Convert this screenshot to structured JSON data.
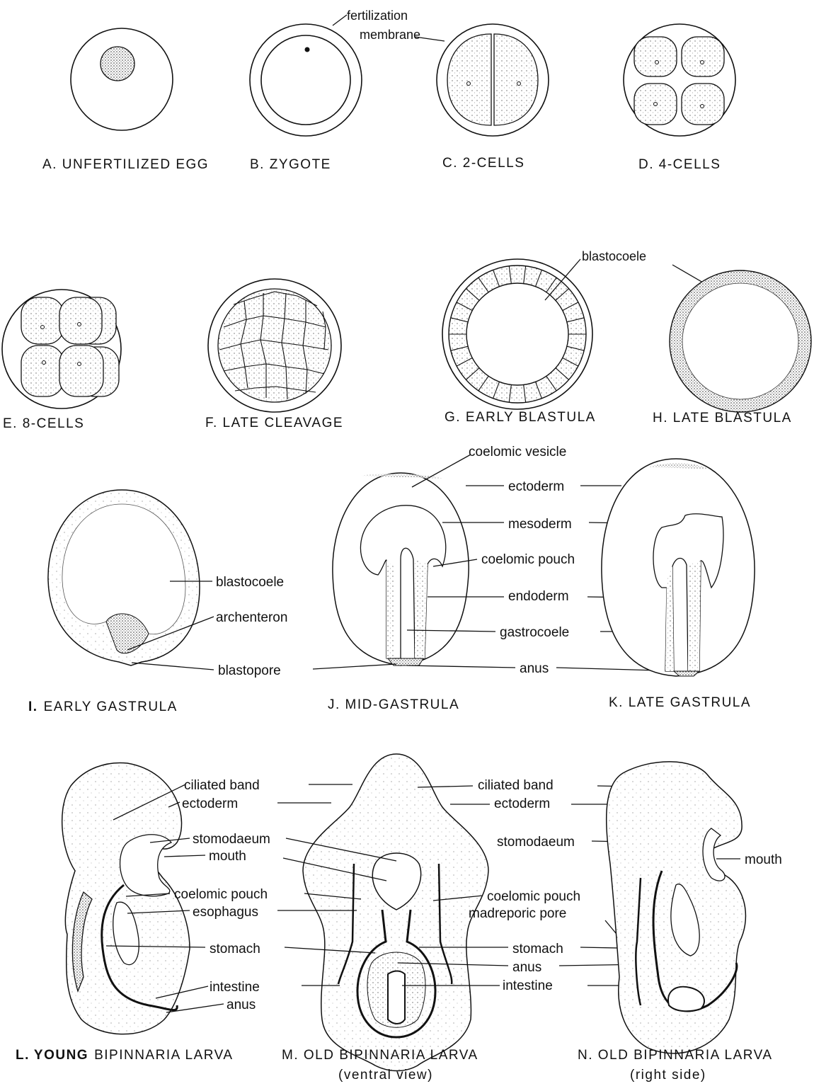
{
  "panels": {
    "A": {
      "caption": "A. UNFERTILIZED EGG"
    },
    "B": {
      "caption": "B. ZYGOTE"
    },
    "C": {
      "caption": "C. 2-CELLS"
    },
    "D": {
      "caption": "D. 4-CELLS"
    },
    "E": {
      "caption": "E. 8-CELLS"
    },
    "F": {
      "caption": "F. LATE CLEAVAGE"
    },
    "G": {
      "caption": "G. EARLY BLASTULA"
    },
    "H": {
      "caption": "H. LATE BLASTULA"
    },
    "I": {
      "caption_letter": "I.",
      "caption_rest": "EARLY GASTRULA"
    },
    "J": {
      "caption": "J. MID-GASTRULA"
    },
    "K": {
      "caption": "K. LATE GASTRULA"
    },
    "L": {
      "caption_letter": "L.",
      "caption_bold": "YOUNG",
      "caption_rest": "BIPINNARIA LARVA"
    },
    "M": {
      "caption": "M. OLD BIPINNARIA LARVA",
      "subcaption": "(ventral view)"
    },
    "N": {
      "caption": "N. OLD BIPINNARIA LARVA",
      "subcaption": "(right side)"
    }
  },
  "labels": {
    "fertilization": "fertilization",
    "membrane": "membrane",
    "blastocoele_top": "blastocoele",
    "blastocoele": "blastocoele",
    "archenteron": "archenteron",
    "blastopore": "blastopore",
    "coelomic_vesicle": "coelomic vesicle",
    "ectoderm": "ectoderm",
    "mesoderm": "mesoderm",
    "coelomic_pouch": "coelomic pouch",
    "endoderm": "endoderm",
    "gastrocoele": "gastrocoele",
    "anus": "anus",
    "ciliated_band_left": "ciliated band",
    "ectoderm_left": "ectoderm",
    "stomodaeum_left": "stomodaeum",
    "mouth_left": "mouth",
    "coelomic_pouch_left": "coelomic pouch",
    "esophagus": "esophagus",
    "stomach_left": "stomach",
    "intestine_left": "intestine",
    "anus_left": "anus",
    "ciliated_band_right": "ciliated band",
    "ectoderm_right": "ectoderm",
    "stomodaeum_right": "stomodaeum",
    "mouth_right": "mouth",
    "coelomic_pouch_right": "coelomic pouch",
    "madreporic_pore": "madreporic pore",
    "stomach_right": "stomach",
    "anus_right": "anus",
    "intestine_right": "intestine"
  }
}
